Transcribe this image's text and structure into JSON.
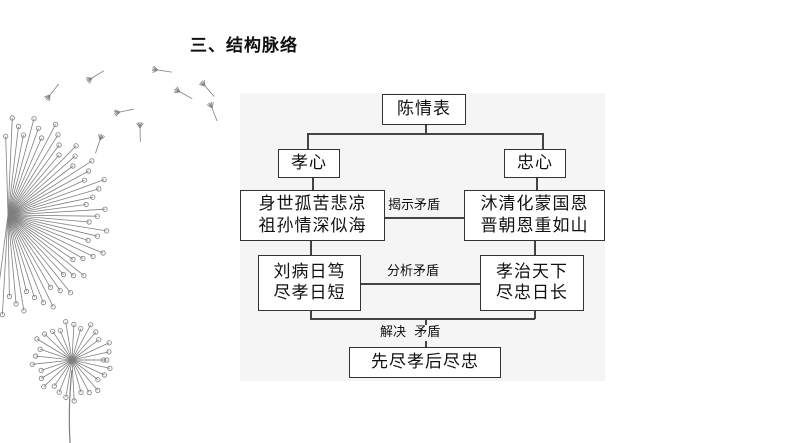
{
  "heading": "三、结构脉络",
  "diagram": {
    "root": "陈情表",
    "left_branch": "孝心",
    "right_branch": "忠心",
    "left_row1": [
      "身世孤苦悲凉",
      "祖孙情深似海"
    ],
    "right_row1": [
      "沐清化蒙国恩",
      "晋朝恩重如山"
    ],
    "left_row2": [
      "刘病日笃",
      "尽孝日短"
    ],
    "right_row2": [
      "孝治天下",
      "尽忠日长"
    ],
    "link_row1": "揭示矛盾",
    "link_row2": "分析矛盾",
    "link_bottom": "解决  矛盾",
    "conclusion": "先尽孝后尽忠"
  }
}
